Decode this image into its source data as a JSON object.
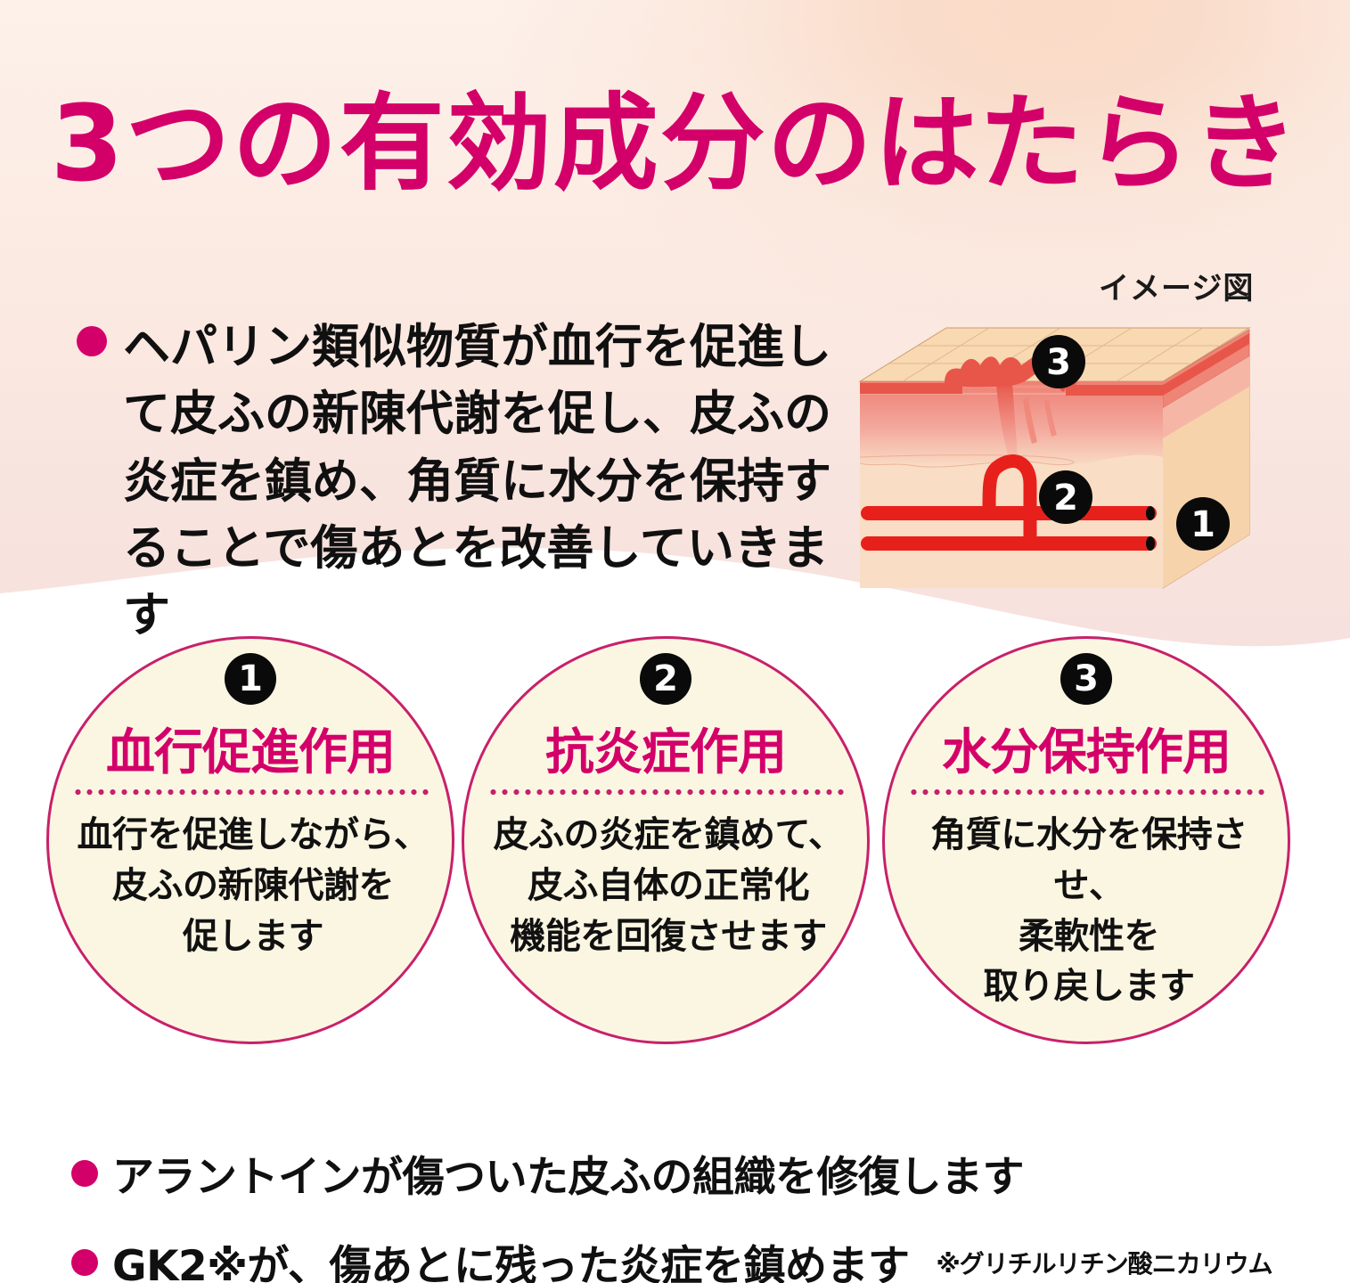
{
  "page": {
    "title": "3つの有効成分のはたらき",
    "accent_color": "#d4006a",
    "circle_fill_color": "#fbf6e2",
    "circle_border_color": "#c8206b",
    "background_top_color": "#fadcca",
    "background_bottom_color": "#ffffff"
  },
  "lead": {
    "bullet_icon": "bullet-dot-icon",
    "text": "ヘパリン類似物質が血行を促進して皮ふの新陳代謝を促し、皮ふの炎症を鎮め、角質に水分を保持することで傷あとを改善していきます"
  },
  "diagram": {
    "label": "イメージ図",
    "markers": [
      "1",
      "2",
      "3"
    ],
    "marker_positions": {
      "1": "dermis-right-blood-vessel",
      "2": "capillary-loop",
      "3": "epidermis-scar-surface"
    },
    "colors": {
      "surface": "#f7d3ab",
      "vessel": "#e8201c",
      "epidermis": "#ef8f84",
      "dermis": "#f7d3ab"
    }
  },
  "circles": [
    {
      "number": "1",
      "title": "血行促進作用",
      "body": "血行を促進しながら、\n皮ふの新陳代謝を\n促します"
    },
    {
      "number": "2",
      "title": "抗炎症作用",
      "body": "皮ふの炎症を鎮めて、\n皮ふ自体の正常化\n機能を回復させます"
    },
    {
      "number": "3",
      "title": "水分保持作用",
      "body": "角質に水分を保持させ、\n柔軟性を\n取り戻します"
    }
  ],
  "footer_bullets": [
    {
      "text": "アラントインが傷ついた皮ふの組織を修復します",
      "note": ""
    },
    {
      "text": "GK2※が、傷あとに残った炎症を鎮めます",
      "note": "※グリチルリチン酸ニカリウム"
    }
  ]
}
